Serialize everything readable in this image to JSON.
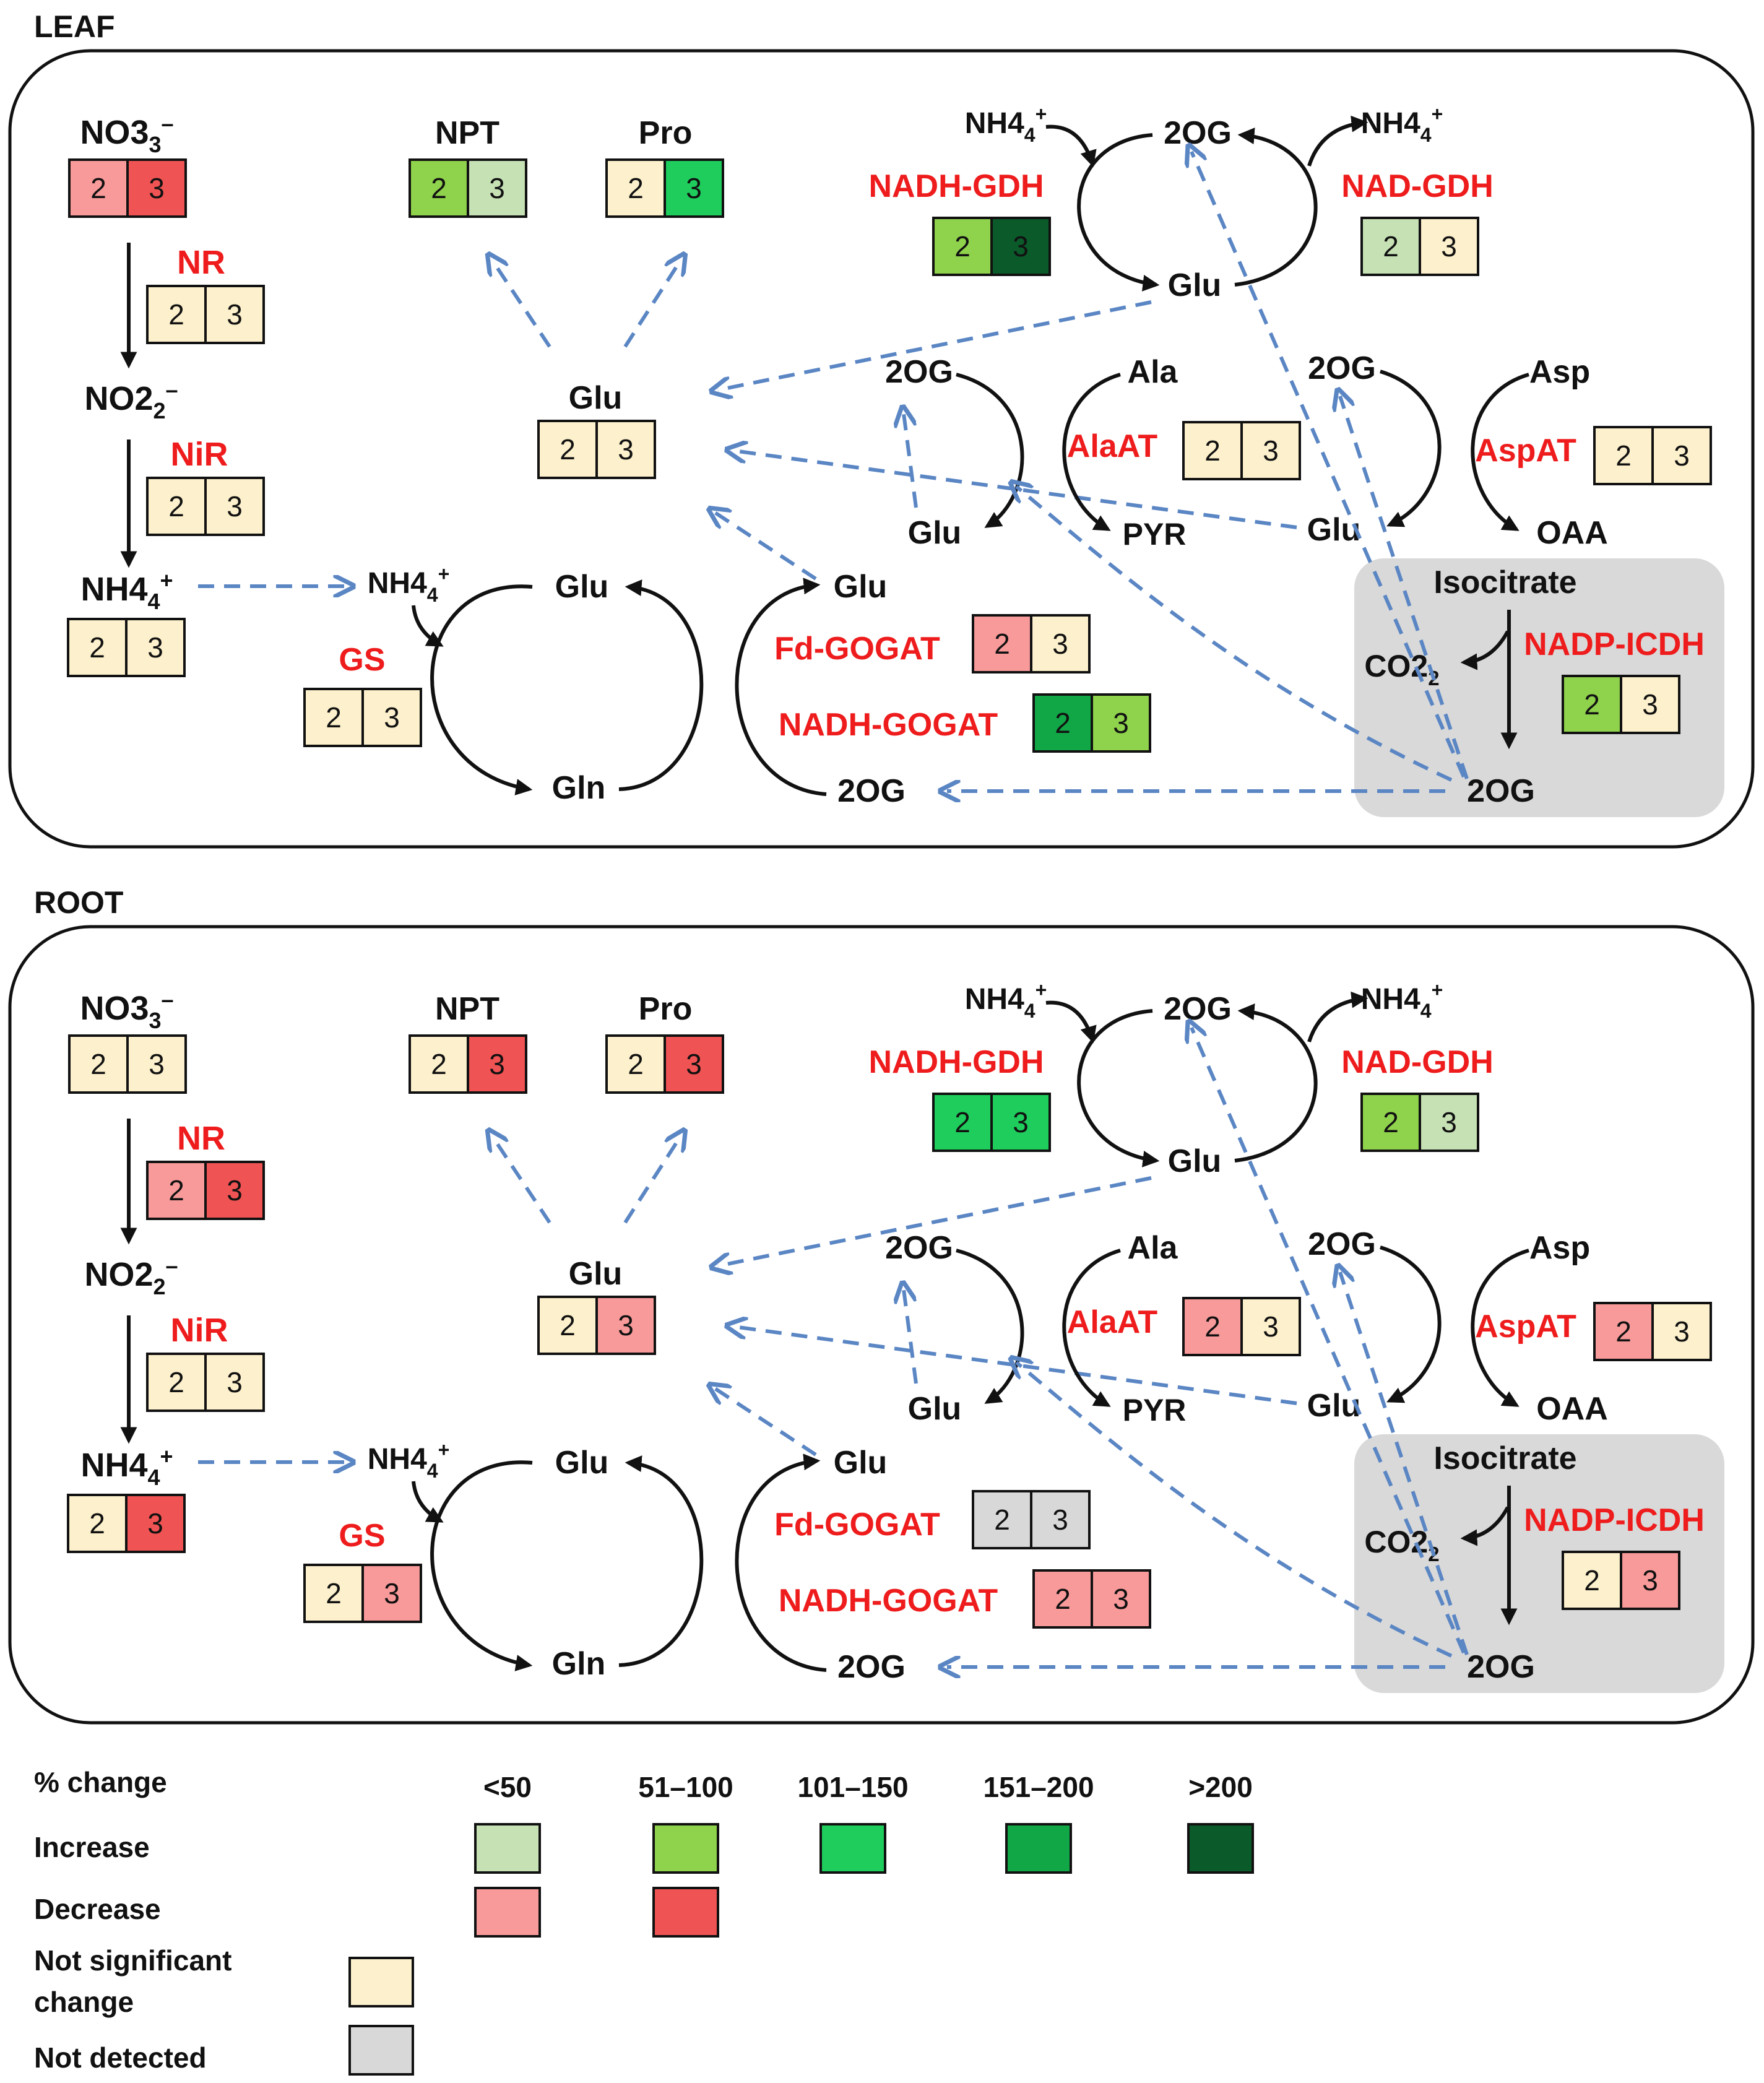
{
  "colors": {
    "not_significant": "#fdf0cc",
    "not_detected": "#d8d8d8",
    "increase_lt50": "#c6e2b5",
    "increase_51_100": "#8fd24c",
    "increase_101_150": "#1fcd5d",
    "increase_151_200": "#11a747",
    "increase_gt200": "#0b5a2a",
    "decrease_lt50": "#f99a9a",
    "decrease_51_100": "#f05353",
    "enzyme_text": "#ee1c1c",
    "arrow_dashed": "#5b86c4",
    "isocitrate_panel": "#d9d9d9"
  },
  "panels": {
    "leaf": {
      "title": "LEAF",
      "metabolites": {
        "no3": "NO3",
        "no3_sup": "–",
        "no2": "NO2",
        "no2_sup": "–",
        "nh4_left": "NH4",
        "nh4_left_sup": "+",
        "nh4_gs": "NH4",
        "nh4_gs_sup": "+",
        "npt": "NPT",
        "pro": "Pro",
        "glu_center": "Glu",
        "nh4_gdh_in": "NH4",
        "nh4_gdh_in_sup": "+",
        "og_gdh": "2OG",
        "nh4_gdh_out": "NH4",
        "nh4_gdh_out_sup": "+",
        "glu_gdh": "Glu",
        "og_alaat": "2OG",
        "ala": "Ala",
        "glu_alaat": "Glu",
        "pyr": "PYR",
        "og_aspat": "2OG",
        "asp": "Asp",
        "glu_aspat": "Glu",
        "oaa": "OAA",
        "glu_gs": "Glu",
        "gln": "Gln",
        "glu_gogat": "Glu",
        "og_gogat": "2OG",
        "isocitrate": "Isocitrate",
        "co2": "CO2",
        "co2_sub": "2",
        "og_icdh": "2OG"
      },
      "enzymes": {
        "nr": "NR",
        "nir": "NiR",
        "gs": "GS",
        "nadh_gdh": "NADH-GDH",
        "nad_gdh": "NAD-GDH",
        "alaat": "AlaAT",
        "aspat": "AspAT",
        "fd_gogat": "Fd-GOGAT",
        "nadh_gogat": "NADH-GOGAT",
        "nadp_icdh": "NADP-ICDH"
      },
      "boxes": {
        "no3": [
          "2",
          "3"
        ],
        "nr": [
          "2",
          "3"
        ],
        "nir": [
          "2",
          "3"
        ],
        "nh4": [
          "2",
          "3"
        ],
        "gs": [
          "2",
          "3"
        ],
        "npt": [
          "2",
          "3"
        ],
        "pro": [
          "2",
          "3"
        ],
        "glu": [
          "2",
          "3"
        ],
        "nadh_gdh": [
          "2",
          "3"
        ],
        "nad_gdh": [
          "2",
          "3"
        ],
        "alaat": [
          "2",
          "3"
        ],
        "aspat": [
          "2",
          "3"
        ],
        "fd_gogat": [
          "2",
          "3"
        ],
        "nadh_gogat": [
          "2",
          "3"
        ],
        "nadp_icdh": [
          "2",
          "3"
        ]
      },
      "box_status": {
        "no3": [
          "decrease_lt50",
          "decrease_51_100"
        ],
        "nr": [
          "not_significant",
          "not_significant"
        ],
        "nir": [
          "not_significant",
          "not_significant"
        ],
        "nh4": [
          "not_significant",
          "not_significant"
        ],
        "gs": [
          "not_significant",
          "not_significant"
        ],
        "npt": [
          "increase_51_100",
          "increase_lt50"
        ],
        "pro": [
          "not_significant",
          "increase_101_150"
        ],
        "glu": [
          "not_significant",
          "not_significant"
        ],
        "nadh_gdh": [
          "increase_51_100",
          "increase_gt200"
        ],
        "nad_gdh": [
          "increase_lt50",
          "not_significant"
        ],
        "alaat": [
          "not_significant",
          "not_significant"
        ],
        "aspat": [
          "not_significant",
          "not_significant"
        ],
        "fd_gogat": [
          "decrease_lt50",
          "not_significant"
        ],
        "nadh_gogat": [
          "increase_151_200",
          "increase_51_100"
        ],
        "nadp_icdh": [
          "increase_51_100",
          "not_significant"
        ]
      }
    },
    "root": {
      "title": "ROOT",
      "metabolites": {
        "no3": "NO3",
        "no3_sup": "–",
        "no2": "NO2",
        "no2_sup": "–",
        "nh4_left": "NH4",
        "nh4_left_sup": "+",
        "nh4_gs": "NH4",
        "nh4_gs_sup": "+",
        "npt": "NPT",
        "pro": "Pro",
        "glu_center": "Glu",
        "nh4_gdh_in": "NH4",
        "nh4_gdh_in_sup": "+",
        "og_gdh": "2OG",
        "nh4_gdh_out": "NH4",
        "nh4_gdh_out_sup": "+",
        "glu_gdh": "Glu",
        "og_alaat": "2OG",
        "ala": "Ala",
        "glu_alaat": "Glu",
        "pyr": "PYR",
        "og_aspat": "2OG",
        "asp": "Asp",
        "glu_aspat": "Glu",
        "oaa": "OAA",
        "glu_gs": "Glu",
        "gln": "Gln",
        "glu_gogat": "Glu",
        "og_gogat": "2OG",
        "isocitrate": "Isocitrate",
        "co2": "CO2",
        "co2_sub": "2",
        "og_icdh": "2OG"
      },
      "enzymes": {
        "nr": "NR",
        "nir": "NiR",
        "gs": "GS",
        "nadh_gdh": "NADH-GDH",
        "nad_gdh": "NAD-GDH",
        "alaat": "AlaAT",
        "aspat": "AspAT",
        "fd_gogat": "Fd-GOGAT",
        "nadh_gogat": "NADH-GOGAT",
        "nadp_icdh": "NADP-ICDH"
      },
      "boxes": {
        "no3": [
          "2",
          "3"
        ],
        "nr": [
          "2",
          "3"
        ],
        "nir": [
          "2",
          "3"
        ],
        "nh4": [
          "2",
          "3"
        ],
        "gs": [
          "2",
          "3"
        ],
        "npt": [
          "2",
          "3"
        ],
        "pro": [
          "2",
          "3"
        ],
        "glu": [
          "2",
          "3"
        ],
        "nadh_gdh": [
          "2",
          "3"
        ],
        "nad_gdh": [
          "2",
          "3"
        ],
        "alaat": [
          "2",
          "3"
        ],
        "aspat": [
          "2",
          "3"
        ],
        "fd_gogat": [
          "2",
          "3"
        ],
        "nadh_gogat": [
          "2",
          "3"
        ],
        "nadp_icdh": [
          "2",
          "3"
        ]
      },
      "box_status": {
        "no3": [
          "not_significant",
          "not_significant"
        ],
        "nr": [
          "decrease_lt50",
          "decrease_51_100"
        ],
        "nir": [
          "not_significant",
          "not_significant"
        ],
        "nh4": [
          "not_significant",
          "decrease_51_100"
        ],
        "gs": [
          "not_significant",
          "decrease_lt50"
        ],
        "npt": [
          "not_significant",
          "decrease_51_100"
        ],
        "pro": [
          "not_significant",
          "decrease_51_100"
        ],
        "glu": [
          "not_significant",
          "decrease_lt50"
        ],
        "nadh_gdh": [
          "increase_101_150",
          "increase_101_150"
        ],
        "nad_gdh": [
          "increase_51_100",
          "increase_lt50"
        ],
        "alaat": [
          "decrease_lt50",
          "not_significant"
        ],
        "aspat": [
          "decrease_lt50",
          "not_significant"
        ],
        "fd_gogat": [
          "not_detected",
          "not_detected"
        ],
        "nadh_gogat": [
          "decrease_lt50",
          "decrease_lt50"
        ],
        "nadp_icdh": [
          "not_significant",
          "decrease_lt50"
        ]
      }
    }
  },
  "legend": {
    "title": "% change",
    "ranges": [
      "<50",
      "51–100",
      "101–150",
      "151–200",
      ">200"
    ],
    "increase_label": "Increase",
    "decrease_label": "Decrease",
    "not_significant_label_line1": "Not significant",
    "not_significant_label_line2": "change",
    "not_detected_label": "Not detected"
  }
}
